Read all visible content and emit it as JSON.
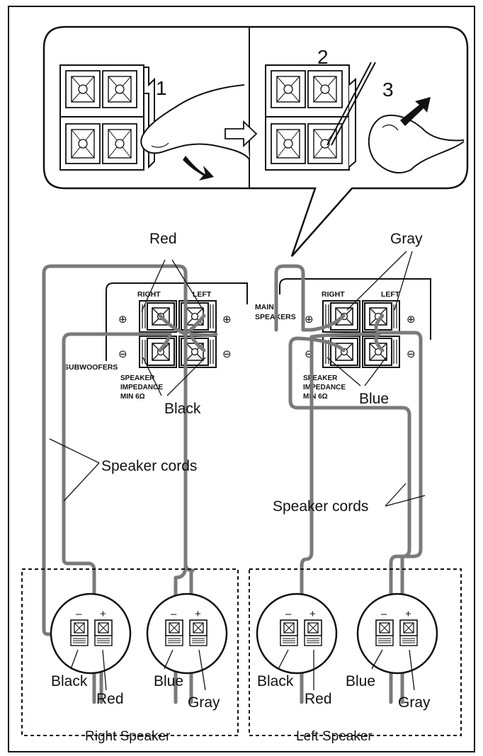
{
  "steps": {
    "one": "1",
    "two": "2",
    "three": "3"
  },
  "labels": {
    "red_top": "Red",
    "gray_top": "Gray",
    "black_mid": "Black",
    "blue_mid": "Blue",
    "cords_left": "Speaker cords",
    "cords_right": "Speaker cords",
    "right": "RIGHT",
    "left": "LEFT",
    "right2": "RIGHT",
    "left2": "LEFT",
    "main1": "MAIN",
    "main2": "SPEAKERS",
    "subwoofers": "SUBWOOFERS",
    "imp_a1": "SPEAKER",
    "imp_a2": "IMPEDANCE",
    "imp_a3": "MIN 6Ω",
    "imp_b1": "SPEAKER",
    "imp_b2": "IMPEDANCE",
    "imp_b3": "MIN 6Ω",
    "plus": "⊕",
    "minus": "⊖",
    "term_minus": "–",
    "term_plus": "+"
  },
  "speakers": {
    "right": {
      "caption": "Right Speaker",
      "black": "Black",
      "red": "Red",
      "blue": "Blue",
      "gray": "Gray"
    },
    "left": {
      "caption": "Left Speaker",
      "black": "Black",
      "red": "Red",
      "blue": "Blue",
      "gray": "Gray"
    }
  },
  "colors": {
    "line": "#111111",
    "cord": "#7a7a7a",
    "panel": "#ffffff"
  }
}
